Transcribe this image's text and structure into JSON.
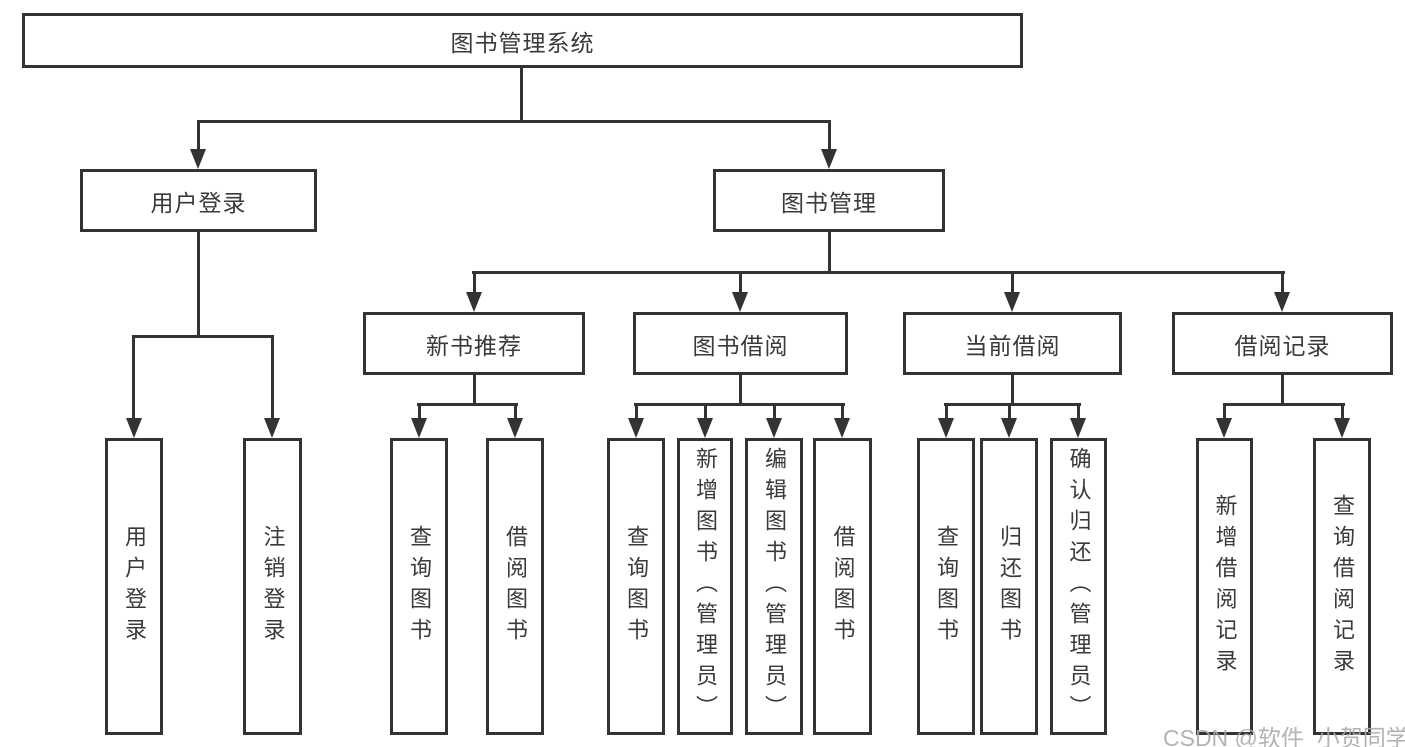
{
  "diagram": {
    "root": {
      "label": "图书管理系统"
    },
    "branches": [
      {
        "label": "用户登录",
        "children": [
          {
            "label": "用户登录"
          },
          {
            "label": "注销登录"
          }
        ]
      },
      {
        "label": "图书管理",
        "children": [
          {
            "label": "新书推荐",
            "children": [
              {
                "label": "查询图书"
              },
              {
                "label": "借阅图书"
              }
            ]
          },
          {
            "label": "图书借阅",
            "children": [
              {
                "label": "查询图书"
              },
              {
                "label": "新增图书（管理员）"
              },
              {
                "label": "编辑图书（管理员）"
              },
              {
                "label": "借阅图书"
              }
            ]
          },
          {
            "label": "当前借阅",
            "children": [
              {
                "label": "查询图书"
              },
              {
                "label": "归还图书"
              },
              {
                "label": "确认归还（管理员）"
              }
            ]
          },
          {
            "label": "借阅记录",
            "children": [
              {
                "label": "新增借阅记录"
              },
              {
                "label": "查询借阅记录"
              }
            ]
          }
        ]
      }
    ]
  },
  "watermark": "CSDN @软件_小贺同学",
  "colors": {
    "line": "#333333",
    "text": "#3a3a3a",
    "box_background": "#ffffff",
    "watermark": "#a8a8a8"
  }
}
